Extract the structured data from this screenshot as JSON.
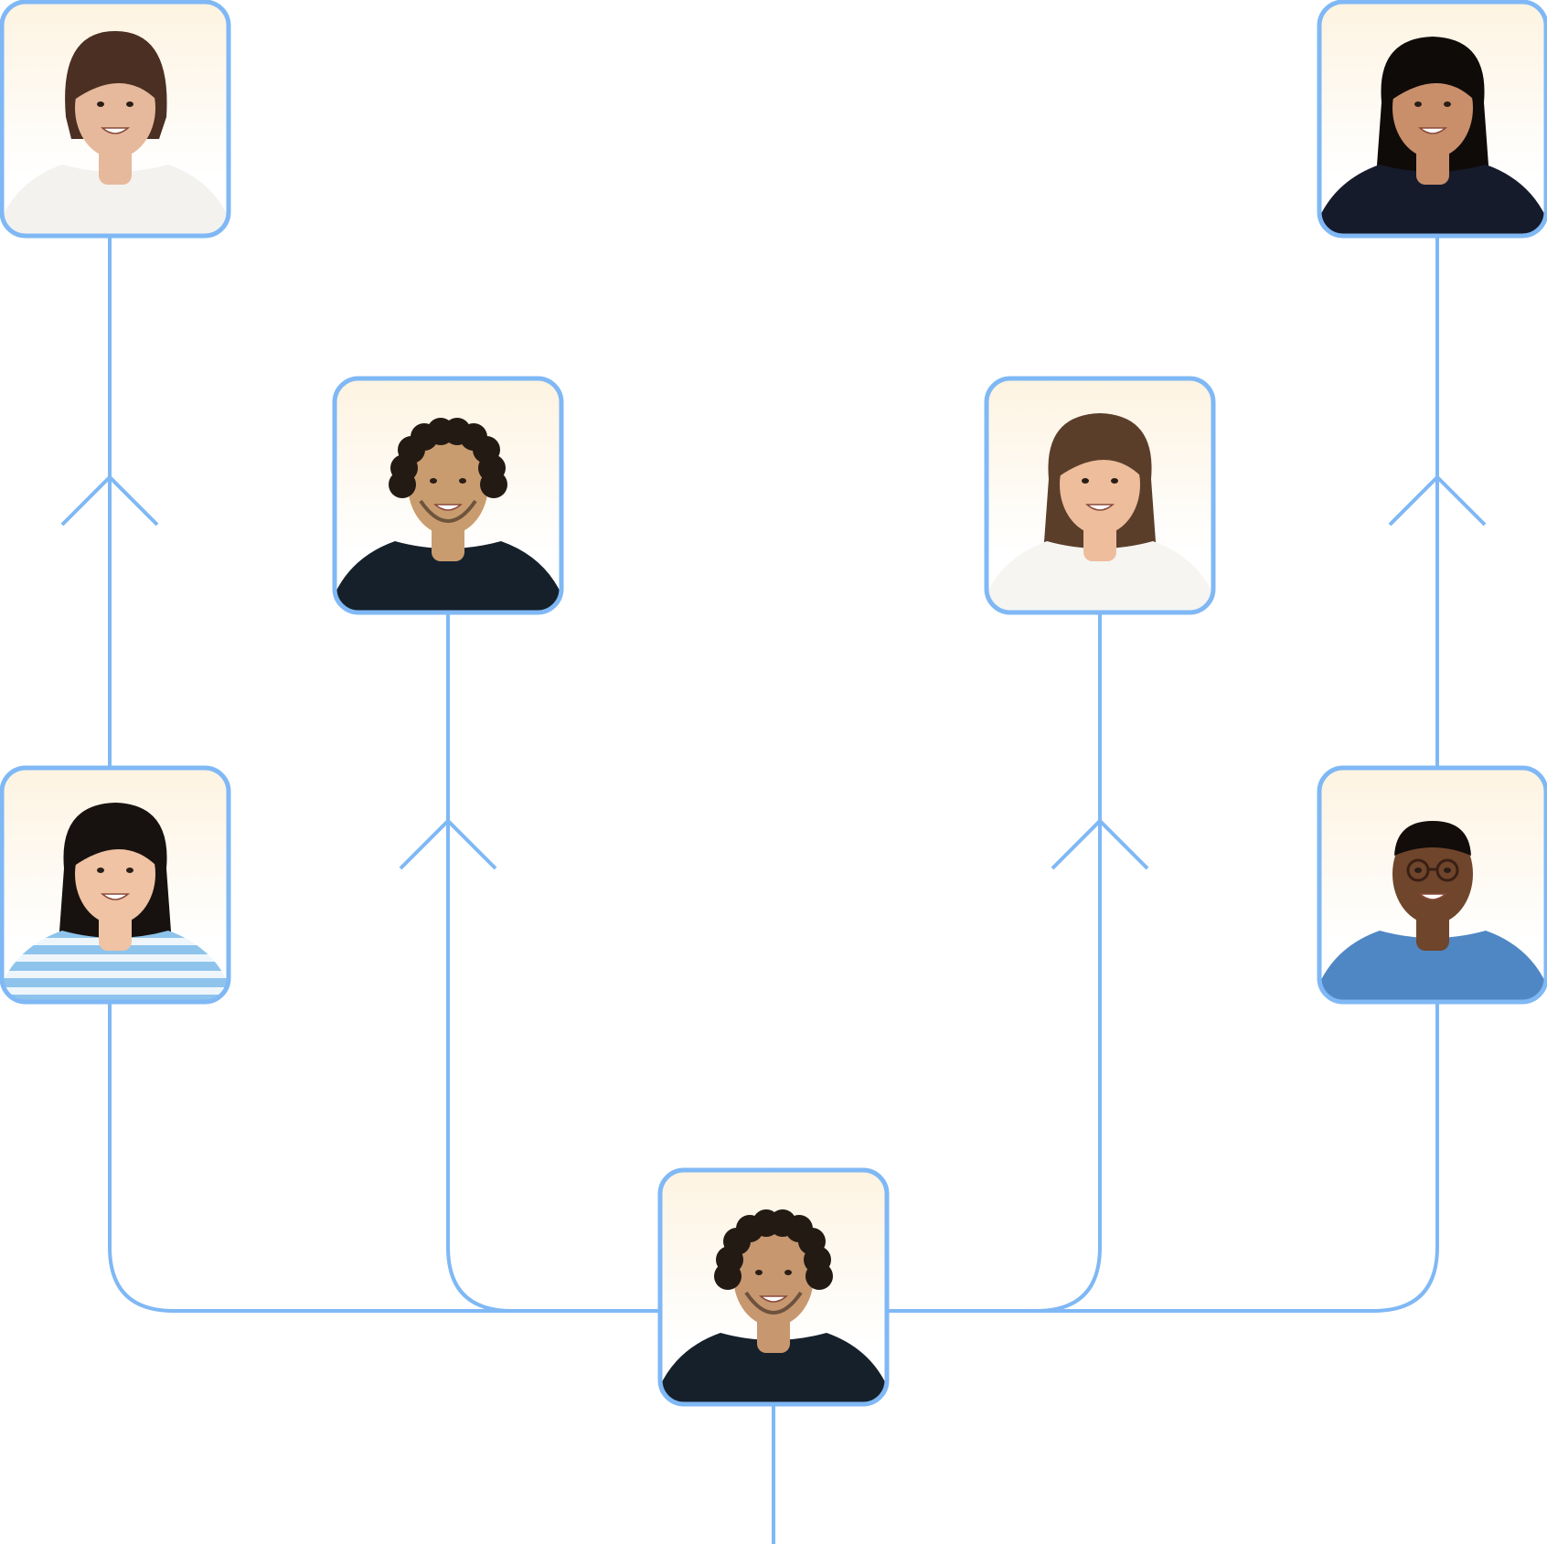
{
  "theme": {
    "line_color": "#7fb8f5",
    "card_bg_top": "#fdf3e1",
    "card_bg_bottom": "#ffffff"
  },
  "people": [
    {
      "id": "root",
      "icon": "person-photo",
      "skin": "#c79770",
      "hair": "#231a14",
      "hair_style": "curly",
      "shirt": "#16202a"
    },
    {
      "id": "top-left",
      "icon": "person-photo",
      "skin": "#e6b99c",
      "hair": "#4a2f22",
      "hair_style": "bob",
      "shirt": "#f4f2ef"
    },
    {
      "id": "mid-left",
      "icon": "person-photo",
      "skin": "#c99c70",
      "hair": "#241a14",
      "hair_style": "curly",
      "shirt": "#16202a"
    },
    {
      "id": "low-left",
      "icon": "person-photo",
      "skin": "#efc3a3",
      "hair": "#17120f",
      "hair_style": "long",
      "shirt": "#8ec4ec",
      "stripes": true
    },
    {
      "id": "mid-right",
      "icon": "person-photo",
      "skin": "#eebd9c",
      "hair": "#5b3e2a",
      "hair_style": "long",
      "shirt": "#f6f5f2"
    },
    {
      "id": "low-right",
      "icon": "person-photo",
      "skin": "#6f452b",
      "hair": "#120d0a",
      "hair_style": "short",
      "shirt": "#4f86c4",
      "glasses": true
    },
    {
      "id": "top-right",
      "icon": "person-photo",
      "skin": "#c98f6b",
      "hair": "#0f0b09",
      "hair_style": "long",
      "shirt": "#161b2b"
    }
  ]
}
